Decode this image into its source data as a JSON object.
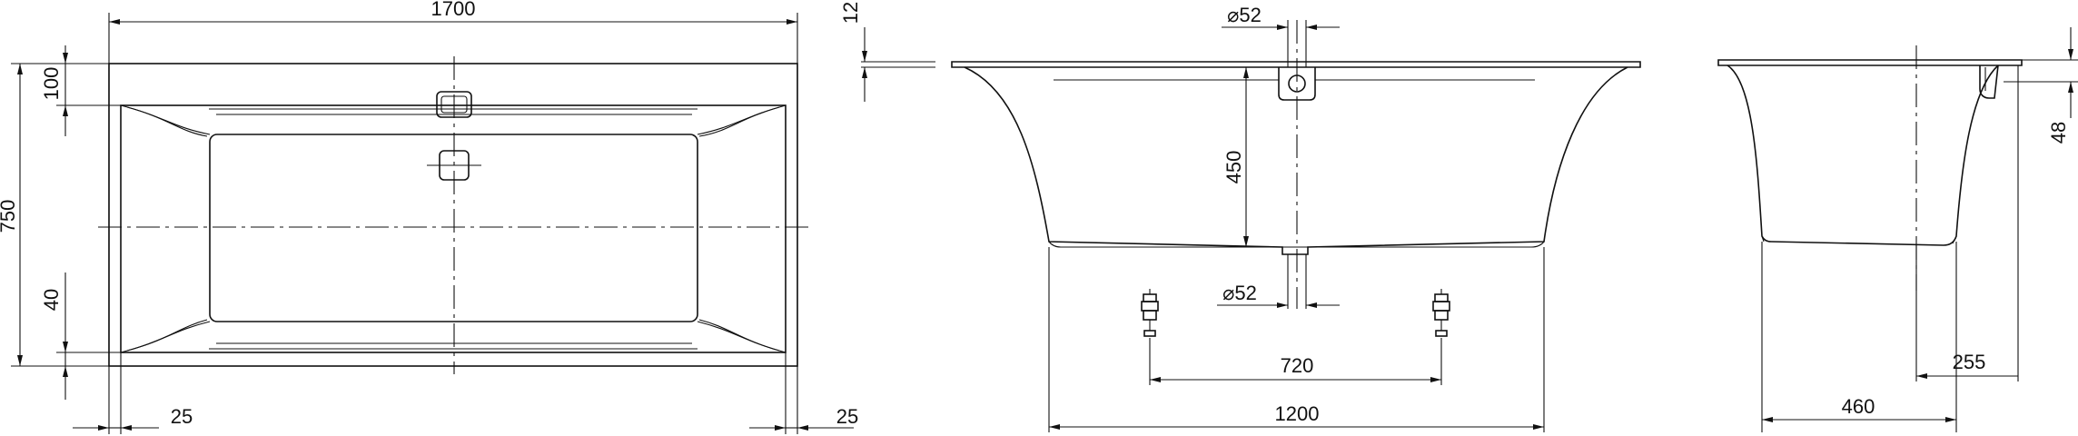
{
  "drawing": {
    "top_view": {
      "overall_length": "1700",
      "overall_width": "750",
      "rim_top": "100",
      "rim_bottom": "40",
      "rim_left": "25",
      "rim_right": "25"
    },
    "front_view": {
      "rim_thickness": "12",
      "overflow_diameter": "⌀52",
      "inner_depth": "450",
      "drain_diameter": "⌀52",
      "feet_spacing": "720",
      "base_length": "1200"
    },
    "side_view": {
      "rim_height": "48",
      "drain_offset": "255",
      "base_width": "460"
    }
  }
}
